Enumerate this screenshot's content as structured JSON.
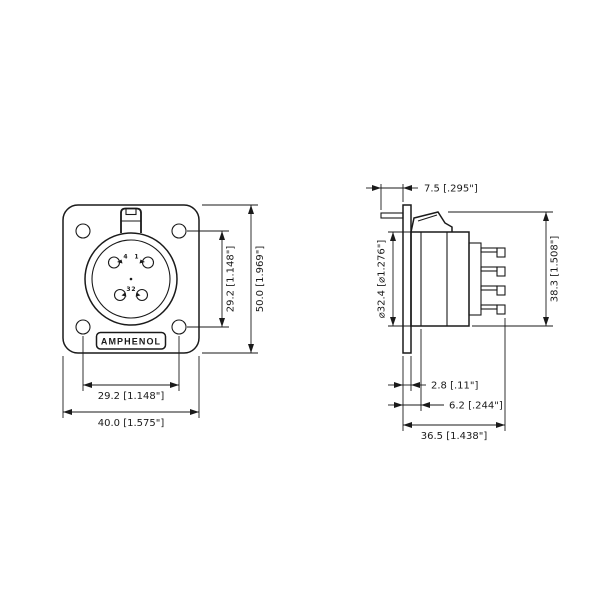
{
  "drawing": {
    "background": "#ffffff",
    "line_color": "#1a1a1a",
    "front_view": {
      "brand": "AMPHENOL",
      "pin_labels": {
        "p1": "1",
        "p2": "2",
        "p3": "3",
        "p4": "4"
      },
      "dim_hole_spacing_vertical": "29.2 [1.148\"]",
      "dim_overall_height": "50.0 [1.969\"]",
      "dim_hole_spacing_horizontal": "29.2 [1.148\"]",
      "dim_overall_width": "40.0 [1.575\"]"
    },
    "side_view": {
      "dim_front_protrusion": "7.5 [.295\"]",
      "dim_shell_diameter": "⌀32.4 [⌀1.276\"]",
      "dim_body_height": "38.3 [1.508\"]",
      "dim_panel_thickness": "2.8 [.11\"]",
      "dim_flange_to_step": "6.2 [.244\"]",
      "dim_overall_depth": "36.5 [1.438\"]"
    }
  }
}
